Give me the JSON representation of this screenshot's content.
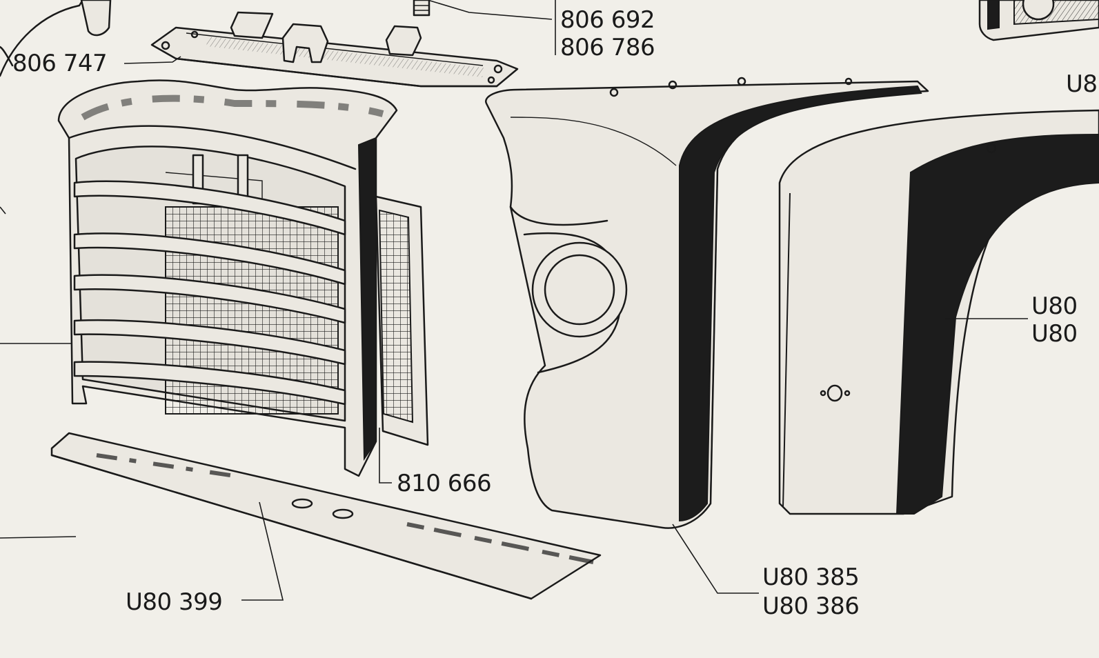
{
  "parts": {
    "top_bracket": "806 747",
    "hood_hinge_1": "806 692",
    "hood_hinge_2": "806 786",
    "radiator_screen": "810 666",
    "lower_apron": "U80 399",
    "front_fender_1": "U80 385",
    "front_fender_2": "U80 386",
    "rear_fender_1": "U80",
    "rear_fender_2": "U80",
    "top_right_partial": "U8"
  }
}
